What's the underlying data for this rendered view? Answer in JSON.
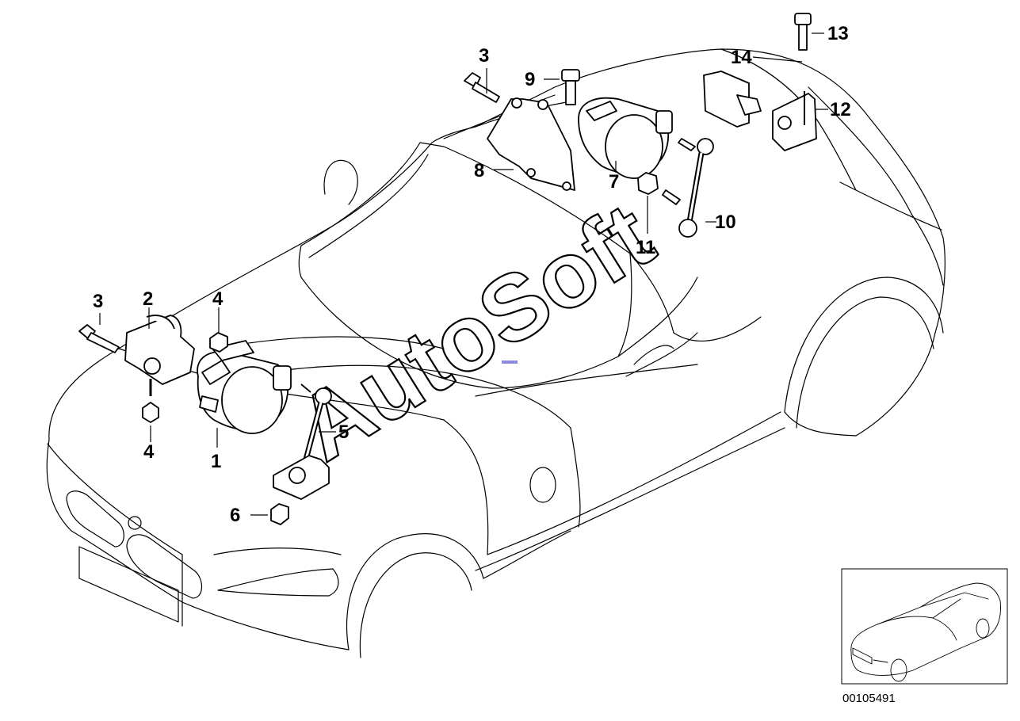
{
  "diagram_code": "00105491",
  "watermark": "AutoSoft",
  "labels": [
    {
      "id": "l3a",
      "text": "3"
    },
    {
      "id": "l9",
      "text": "9"
    },
    {
      "id": "l8",
      "text": "8"
    },
    {
      "id": "l7",
      "text": "7"
    },
    {
      "id": "l11",
      "text": "11"
    },
    {
      "id": "l10",
      "text": "10"
    },
    {
      "id": "l14",
      "text": "14"
    },
    {
      "id": "l13",
      "text": "13"
    },
    {
      "id": "l12",
      "text": "12"
    },
    {
      "id": "l3b",
      "text": "3"
    },
    {
      "id": "l2",
      "text": "2"
    },
    {
      "id": "l4a",
      "text": "4"
    },
    {
      "id": "l4b",
      "text": "4"
    },
    {
      "id": "l1",
      "text": "1"
    },
    {
      "id": "l5",
      "text": "5"
    },
    {
      "id": "l6",
      "text": "6"
    }
  ]
}
